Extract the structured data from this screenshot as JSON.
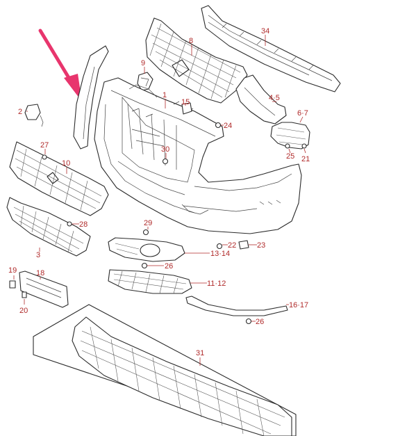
{
  "diagram": {
    "callouts": {
      "p1": "1",
      "p2": "2",
      "p3": "3",
      "p45": "4·5",
      "p67": "6·7",
      "p8": "8",
      "p9": "9",
      "p10": "10",
      "p1112": "11·12",
      "p1314": "13·14",
      "p15": "15",
      "p1617": "16·17",
      "p18": "18",
      "p19": "19",
      "p20": "20",
      "p21": "21",
      "p22": "22",
      "p23": "23",
      "p24": "24",
      "p25": "25",
      "p26a": "26",
      "p26b": "26",
      "p27": "27",
      "p28": "28",
      "p29": "29",
      "p30": "30",
      "p31": "31",
      "p34": "34"
    },
    "colors": {
      "line": "#2a2a2a",
      "callout": "#b02a2a",
      "pointer_arrow": "#e8356d"
    }
  }
}
